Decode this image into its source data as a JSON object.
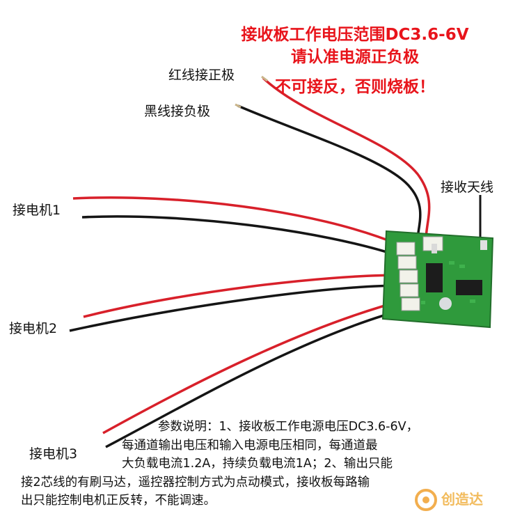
{
  "warning": {
    "line1": "接收板工作电压范围DC3.6-6V",
    "line2": "请认准电源正负极",
    "line3": "不可接反，否则烧板！"
  },
  "labels": {
    "red_wire": "红线接正极",
    "black_wire": "黑线接负极",
    "antenna": "接收天线",
    "motor1": "接电机1",
    "motor2": "接电机2",
    "motor3": "接电机3"
  },
  "params": {
    "line1": "参数说明：1、接收板工作电源电压DC3.6-6V，",
    "line2": "每通道输出电压和输入电源电压相同，每通道最",
    "line3": "大负载电流1.2A，持续负载电流1A；2、输出只能",
    "line4": "接2芯线的有刷马达，遥控器控制方式为点动模式，接收板每路输",
    "line5": "出只能控制电机正反转，不能调速。"
  },
  "watermark": {
    "text": "创造达"
  },
  "colors": {
    "warning_red": "#e8141b",
    "wire_red": "#d8202a",
    "wire_black": "#151515",
    "pcb_green": "#2f9a3c"
  }
}
